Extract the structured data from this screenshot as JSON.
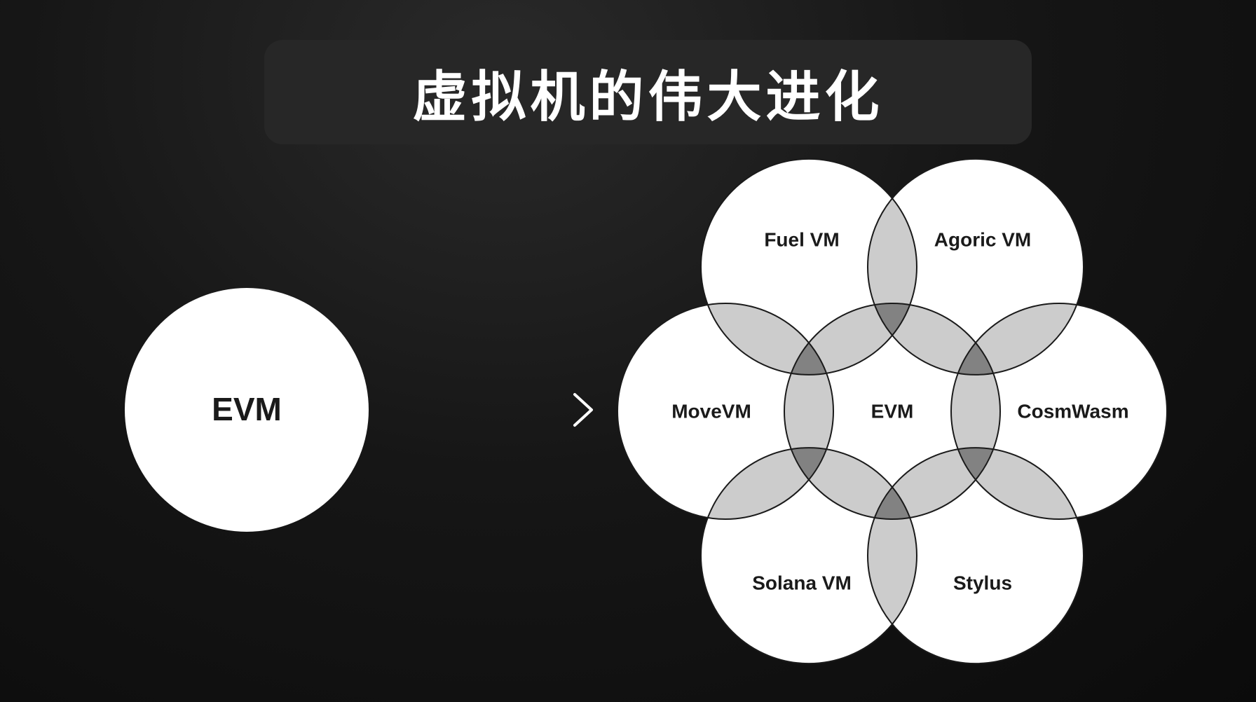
{
  "title": "虚拟机的伟大进化",
  "left_circle": {
    "label": "EVM"
  },
  "center": {
    "label": "EVM"
  },
  "petals": [
    {
      "label": "Fuel VM"
    },
    {
      "label": "Agoric VM"
    },
    {
      "label": "CosmWasm"
    },
    {
      "label": "Stylus"
    },
    {
      "label": "Solana VM"
    },
    {
      "label": "MoveVM"
    }
  ],
  "colors": {
    "circle": "#ffffff",
    "overlap": "#c8c8c8",
    "stroke": "#1a1a1a"
  }
}
